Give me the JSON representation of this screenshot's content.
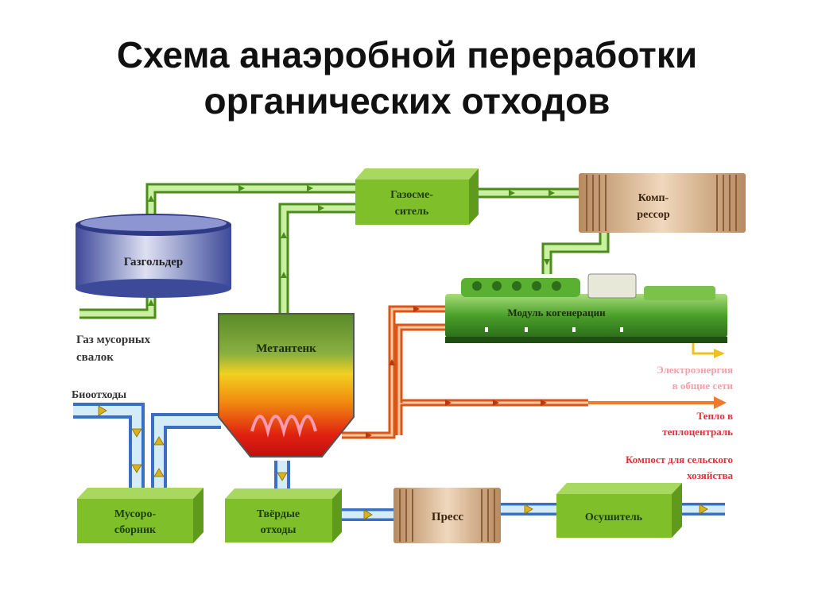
{
  "slide": {
    "title_line1": "Схема анаэробной переработки",
    "title_line2": "органических отходов"
  },
  "diagram": {
    "nodes": {
      "gasholder": "Газгольдер",
      "gas_separator_1": "Газосме-",
      "gas_separator_2": "ситель",
      "compressor_1": "Комп-",
      "compressor_2": "рессор",
      "cogeneration": "Модуль когенерации",
      "methane_tank": "Метантенк",
      "garbage_collector_1": "Мусоро-",
      "garbage_collector_2": "сборник",
      "solid_waste_1": "Твёрдые",
      "solid_waste_2": "отходы",
      "press": "Пресс",
      "dryer": "Осушитель"
    },
    "labels": {
      "landfill_gas_1": "Газ мусорных",
      "landfill_gas_2": "свалок",
      "biowaste": "Биоотходы",
      "electricity_1": "Электроэнергия",
      "electricity_2": "в общие сети",
      "heat_1": "Тепло в",
      "heat_2": "теплоцентраль",
      "compost_1": "Компост для сельского",
      "compost_2": "хозяйства"
    },
    "colors": {
      "gas_pipe": "#8fd14f",
      "heat_pipe": "#f07a2a",
      "waste_pipe": "#3b6fc4",
      "box_green": "#7fbf2a",
      "box_tan": "#d9b48f",
      "electricity_arrow": "#f0c020"
    }
  }
}
